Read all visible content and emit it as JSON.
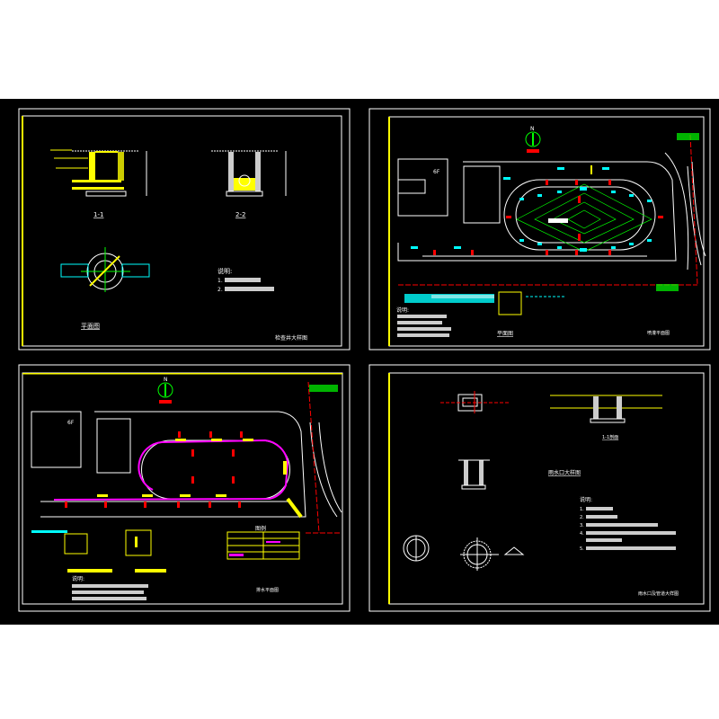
{
  "colors": {
    "background": "#000000",
    "frame": "#ffffff",
    "frame_accent": "#ffff00",
    "red": "#ff0000",
    "cyan": "#00ffff",
    "green": "#00ff00",
    "magenta": "#ff00ff",
    "yellow": "#ffff00"
  },
  "sheets": [
    {
      "id": "sheet-1",
      "labels": {
        "section_a": "1-1",
        "section_b": "2-2",
        "plan_title": "平面图",
        "notes_title": "说明:",
        "note_1": "1.",
        "note_2": "2.",
        "sheet_title": "检查井大样图"
      }
    },
    {
      "id": "sheet-2",
      "labels": {
        "north": "N",
        "building": "6F",
        "plan_title": "平面图",
        "notes_title": "说明:",
        "sheet_title": "喷灌平面图"
      }
    },
    {
      "id": "sheet-3",
      "labels": {
        "north": "N",
        "building": "6F",
        "legend_title": "图例",
        "notes_title": "说明:",
        "sheet_title": "排水平面图"
      }
    },
    {
      "id": "sheet-4",
      "labels": {
        "section_top": "1-1剖面",
        "detail_title": "雨水口大样图",
        "notes_title": "说明:",
        "note_1": "1.",
        "note_2": "2.",
        "note_3": "3.",
        "note_4": "4.",
        "note_5": "5.",
        "sheet_title": "雨水口及管道大样图"
      }
    }
  ]
}
